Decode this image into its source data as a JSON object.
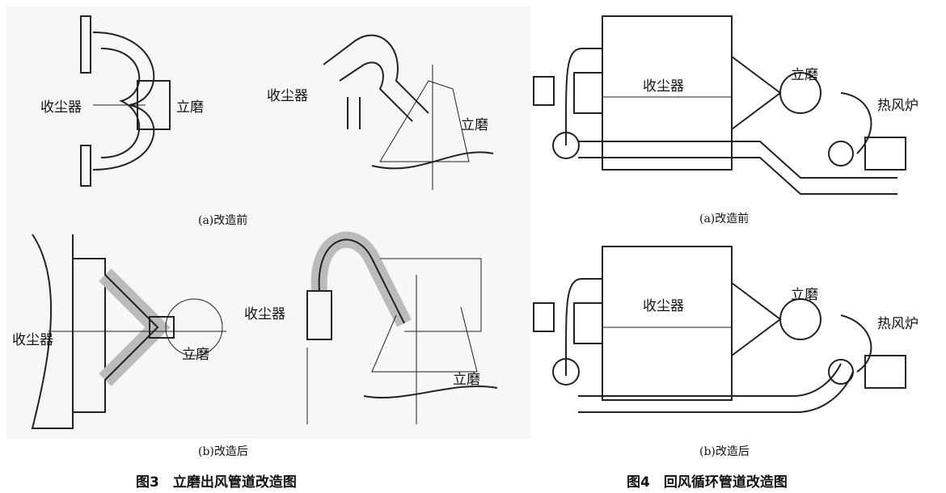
{
  "fig3": {
    "a": {
      "left_label": "收尘器",
      "right_label": "立磨",
      "left2_label": "收尘器",
      "right2_label": "立磨",
      "caption": "(a)改造前"
    },
    "b": {
      "left_label": "收尘器",
      "right_label": "立磨",
      "left2_label": "收尘器",
      "right2_label": "立磨",
      "caption": "(b)改造后"
    },
    "title": "图3　立磨出风管道改造图"
  },
  "fig4": {
    "a": {
      "collector": "收尘器",
      "mill": "立磨",
      "furnace": "热风炉",
      "caption": "(a)改造前"
    },
    "b": {
      "collector": "收尘器",
      "mill": "立磨",
      "furnace": "热风炉",
      "caption": "(b)改造后"
    },
    "title": "图4　回风循环管道改造图"
  }
}
